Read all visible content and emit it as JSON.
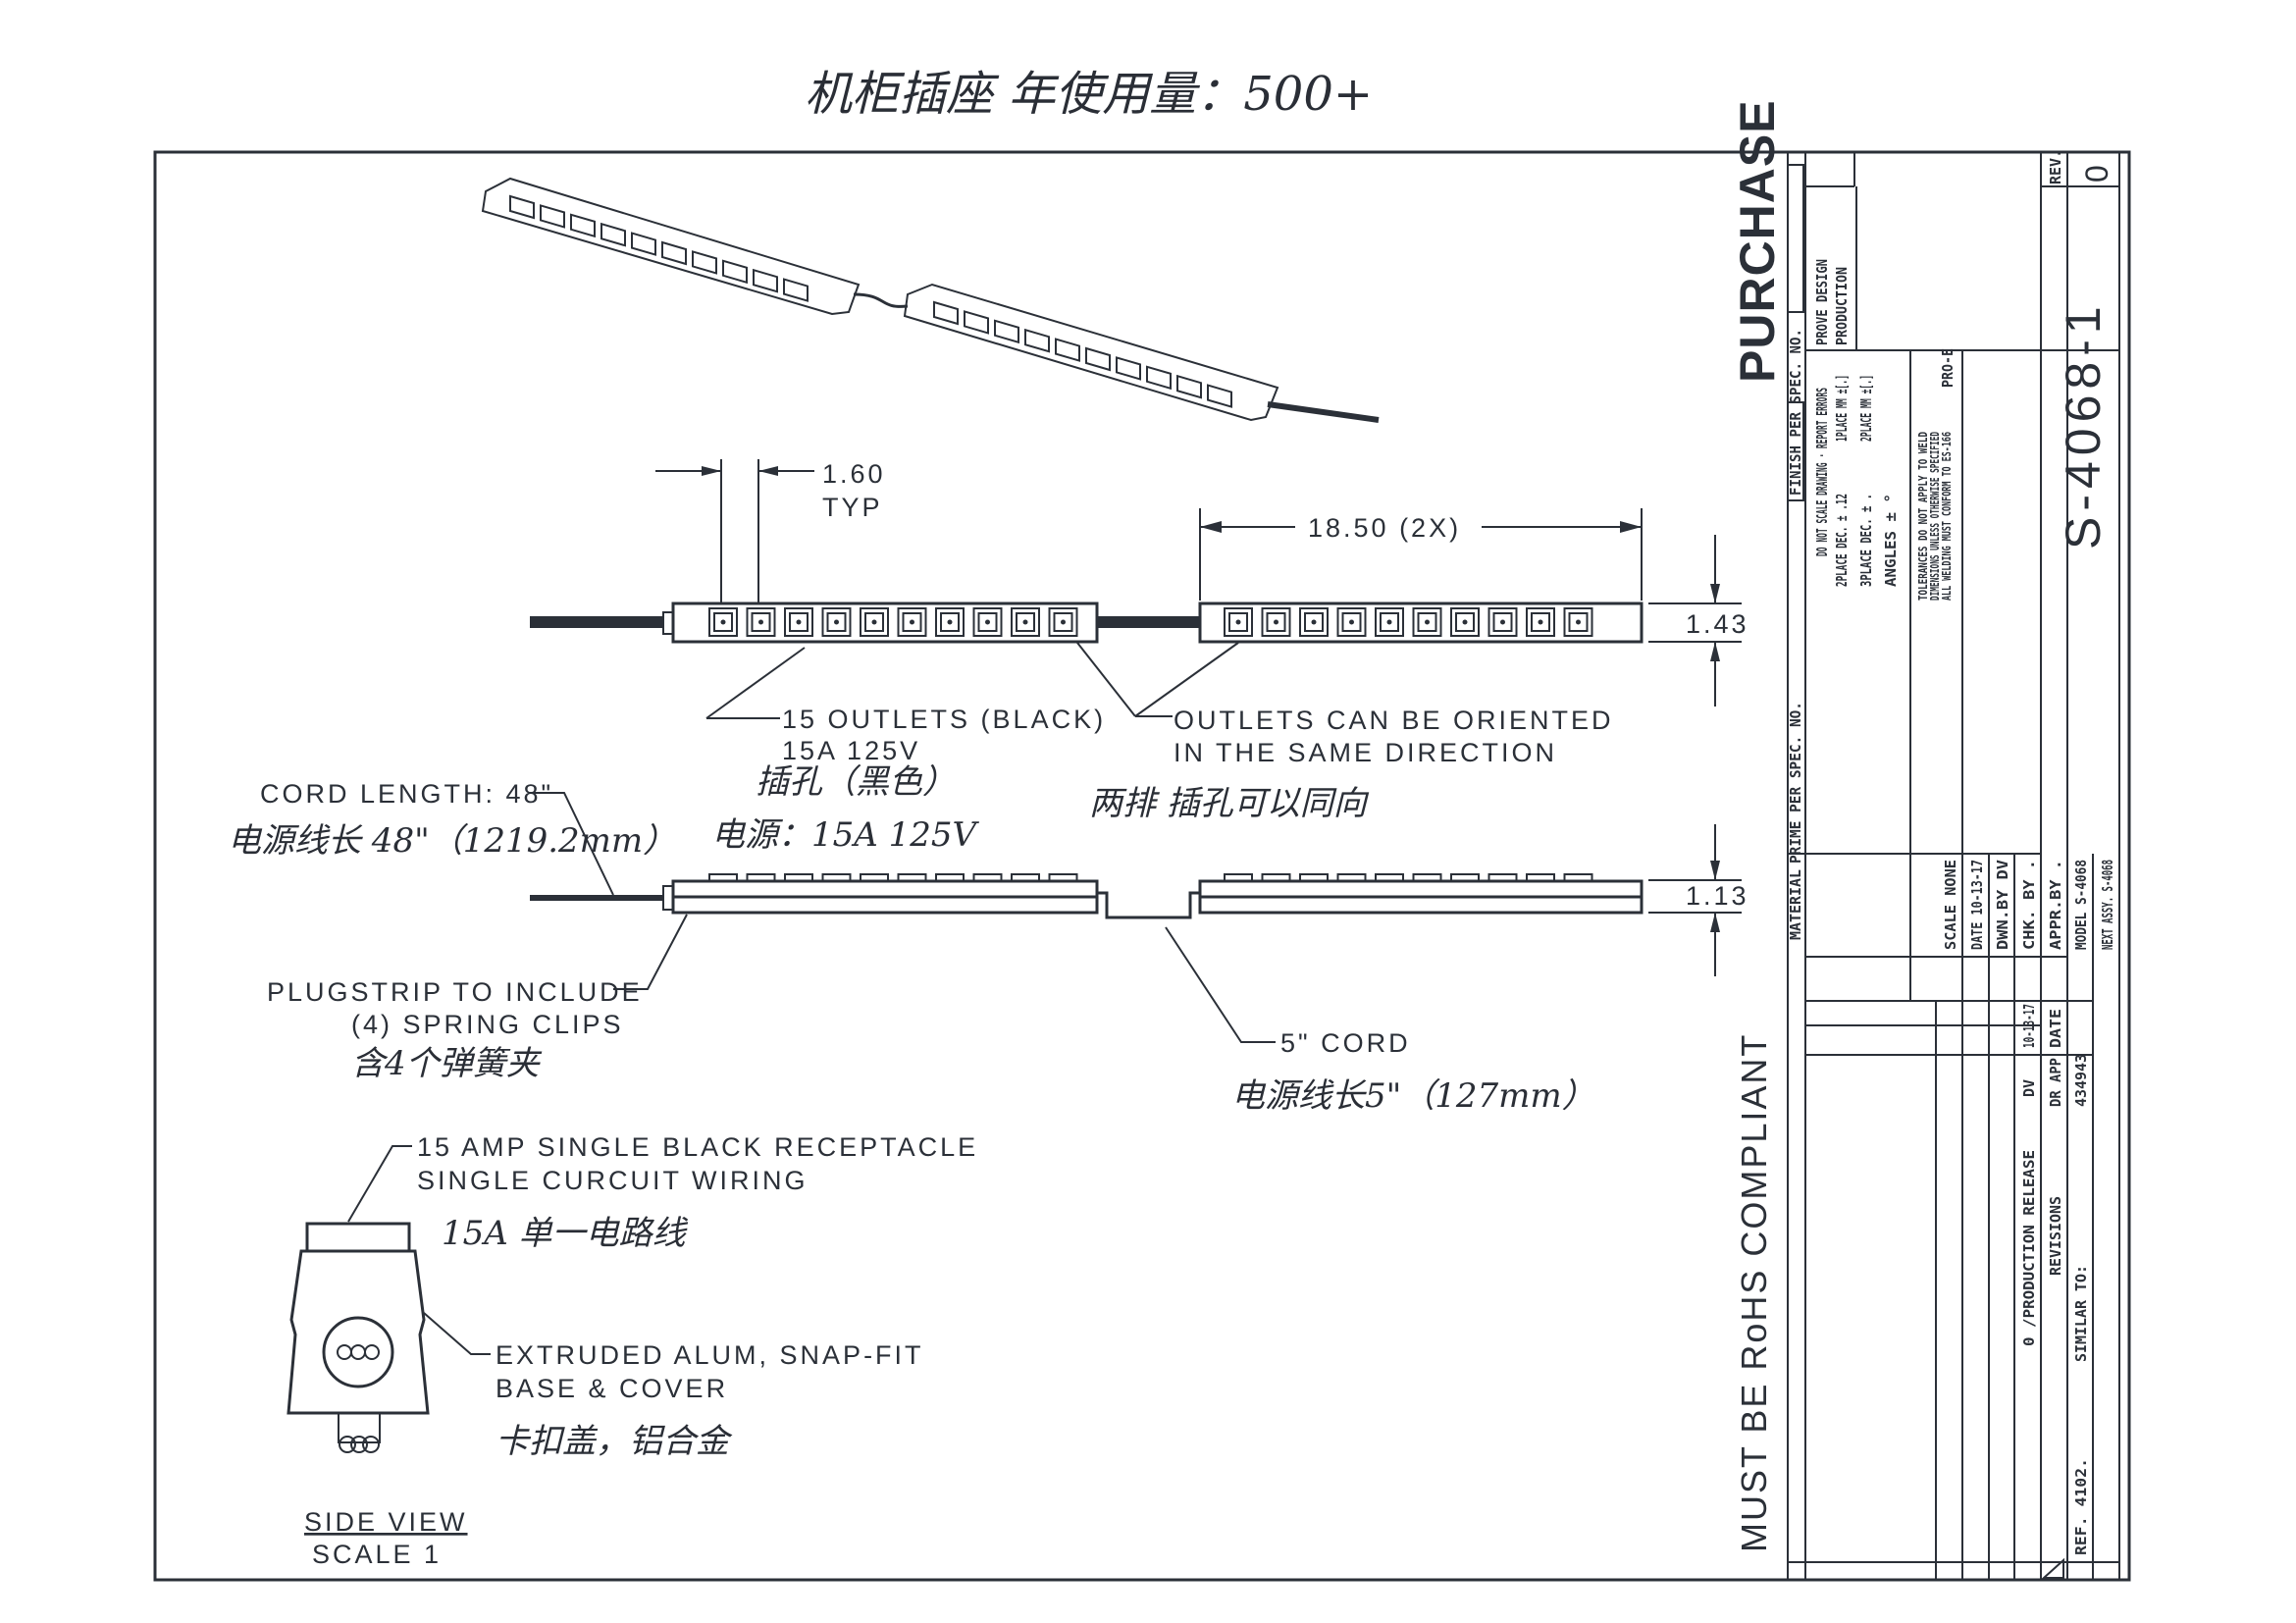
{
  "header": {
    "handwritten_title": "机柜插座    年使用量：500+"
  },
  "stamps": {
    "purchase": "PURCHASE",
    "rohs": "MUST BE RoHS COMPLIANT"
  },
  "dimensions": {
    "outlet_pitch": "1.60",
    "outlet_pitch_note": "TYP",
    "strip_length": "18.50 (2X)",
    "front_height": "1.43",
    "side_height": "1.13"
  },
  "notes": {
    "outlets_line1": "15 OUTLETS (BLACK)",
    "outlets_line2": "15A 125V",
    "outlets_hw1": "插孔（黑色）",
    "outlets_hw2": "电源：15A  125V",
    "orient_line1": "OUTLETS CAN BE ORIENTED",
    "orient_line2": "IN THE SAME DIRECTION",
    "orient_hw": "两排  插孔可以同向",
    "cord_length": "CORD LENGTH: 48\"",
    "cord_length_hw": "电源线长 48\"（1219.2mm）",
    "clips_line1": "PLUGSTRIP TO INCLUDE",
    "clips_line2": "(4) SPRING CLIPS",
    "clips_hw": "含4个弹簧夹",
    "short_cord": "5\" CORD",
    "short_cord_hw": "电源线长5\"（127mm）",
    "receptacle_line1": "15 AMP SINGLE BLACK RECEPTACLE",
    "receptacle_line2": "SINGLE CURCUIT WIRING",
    "receptacle_hw": "15A 单一电路线",
    "extrusion_line1": "EXTRUDED ALUM, SNAP-FIT",
    "extrusion_line2": "BASE & COVER",
    "extrusion_hw": "卡扣盖，铝合金",
    "side_view": "SIDE VIEW",
    "side_scale": "SCALE  1"
  },
  "title_block": {
    "prime": "PRIME PER SPEC. NO.",
    "finish": "FINISH PER SPEC. NO.",
    "material": "MATERIAL",
    "do_not_scale": "DO NOT SCALE DRAWING · REPORT ERRORS",
    "tol_2place": "2PLACE DEC. ± .12",
    "tol_3place": "3PLACE DEC. ±  .",
    "tol_angles": "ANGLES      ±  °",
    "tol_1place_mm": "1PLACE MM ±[.]",
    "tol_2place_mm": "2PLACE MM ±[.]",
    "tol_note1": "TOLERANCES DO NOT APPLY TO WELD",
    "tol_note2": "DIMENSIONS UNLESS OTHERWISE SPECIFIED",
    "tol_note3": "ALL WELDING MUST CONFORM TO ES-166",
    "cad": "PRO-E",
    "prove_design": "PROVE DESIGN",
    "production": "PRODUCTION",
    "scale": "SCALE    NONE",
    "date": "DATE 10-13-17",
    "drawn_by": "DWN.BY    DV",
    "checked_by": "CHK. BY    .",
    "approved_by": "APPR.BY    .",
    "model": "MODEL     S-4068",
    "next_assy": "NEXT ASSY.   S-4068",
    "rev_entry": "0   /PRODUCTION RELEASE",
    "rev_dr": "DV",
    "rev_date": "10-13-17",
    "revisions_header": "REVISIONS",
    "dr_app": "DR APP",
    "date_header": "DATE",
    "ref": "REF.  4102.",
    "similar_to": "SIMILAR TO:",
    "similar_no": "434943",
    "drawing_number": "S-4068-1",
    "rev_label": "REV.",
    "rev_value": "0"
  },
  "outlets_per_strip": 10
}
